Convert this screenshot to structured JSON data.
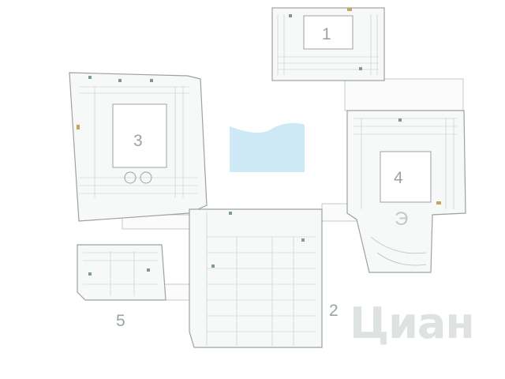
{
  "plan": {
    "zone_labels": [
      "1",
      "2",
      "3",
      "4",
      "5"
    ],
    "watermark": "Циан",
    "colors": {
      "water": "#cde9f5",
      "outline": "#9aa2a4",
      "marker": "#7d9a94",
      "accent": "#c9a45c"
    }
  }
}
